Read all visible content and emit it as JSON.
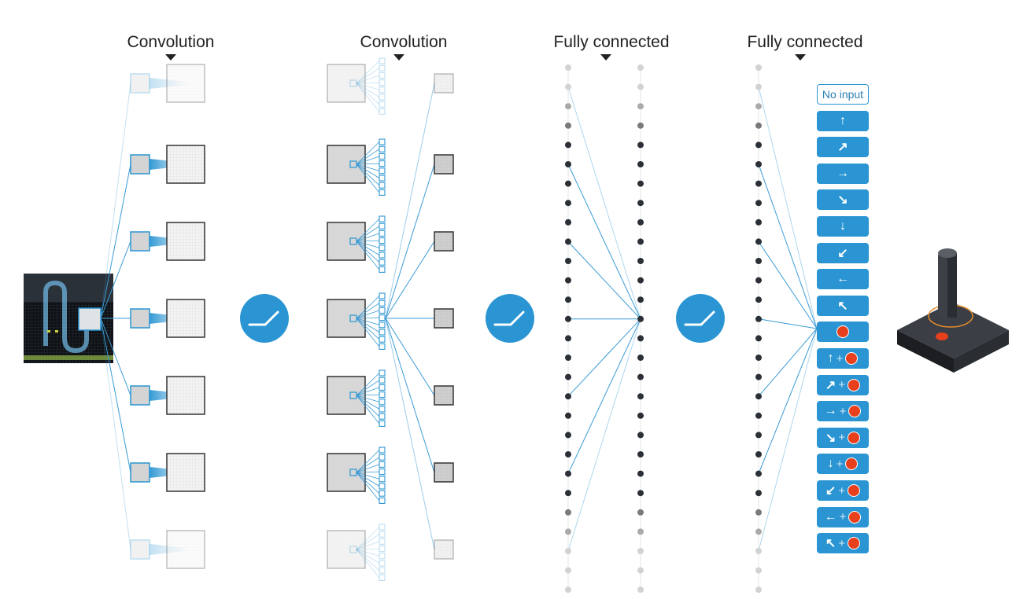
{
  "headers": [
    {
      "label": "Convolution"
    },
    {
      "label": "Convolution"
    },
    {
      "label": "Fully connected"
    },
    {
      "label": "Fully connected"
    }
  ],
  "actions": [
    {
      "label": "No input",
      "arrow": "",
      "fire": false
    },
    {
      "label": "",
      "arrow": "↑",
      "fire": false
    },
    {
      "label": "",
      "arrow": "↗",
      "fire": false
    },
    {
      "label": "",
      "arrow": "→",
      "fire": false
    },
    {
      "label": "",
      "arrow": "↘",
      "fire": false
    },
    {
      "label": "",
      "arrow": "↓",
      "fire": false
    },
    {
      "label": "",
      "arrow": "↙",
      "fire": false
    },
    {
      "label": "",
      "arrow": "←",
      "fire": false
    },
    {
      "label": "",
      "arrow": "↖",
      "fire": false
    },
    {
      "label": "",
      "arrow": "",
      "fire": true
    },
    {
      "label": "",
      "arrow": "↑",
      "fire": true
    },
    {
      "label": "",
      "arrow": "↗",
      "fire": true
    },
    {
      "label": "",
      "arrow": "→",
      "fire": true
    },
    {
      "label": "",
      "arrow": "↘",
      "fire": true
    },
    {
      "label": "",
      "arrow": "↓",
      "fire": true
    },
    {
      "label": "",
      "arrow": "↙",
      "fire": true
    },
    {
      "label": "",
      "arrow": "←",
      "fire": true
    },
    {
      "label": "",
      "arrow": "↖",
      "fire": true
    }
  ],
  "colors": {
    "accent": "#2a95d2",
    "line": "#3a9bd5",
    "node_dark": "#2b2f36",
    "node_light": "#cfcfcf",
    "fire": "#e8401c"
  }
}
